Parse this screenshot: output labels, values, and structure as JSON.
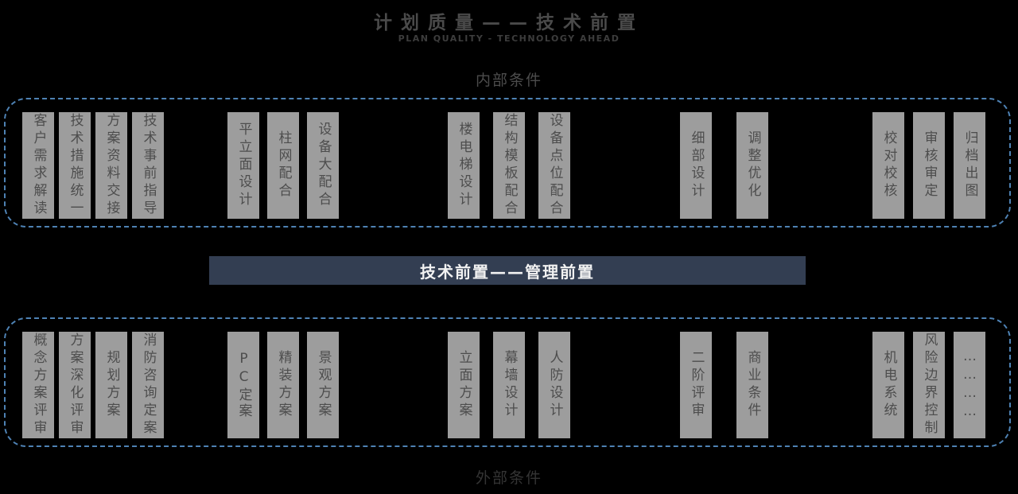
{
  "header": {
    "title": "计划质量——技术前置",
    "subtitle": "PLAN QUALITY - TECHNOLOGY AHEAD"
  },
  "top_section": {
    "label": "内部条件",
    "groups": [
      {
        "boxes": [
          "客户需求解读",
          "技术措施统一",
          "方案资料交接",
          "技术事前指导"
        ]
      },
      {
        "boxes": [
          "平立面设计",
          "柱网配合",
          "设备大配合"
        ]
      },
      {
        "boxes": [
          "楼电梯设计",
          "结构模板配合",
          "设备点位配合"
        ]
      },
      {
        "boxes": [
          "细部设计",
          "调整优化"
        ]
      },
      {
        "boxes": [
          "校对校核",
          "审核审定",
          "归档出图"
        ]
      }
    ]
  },
  "banner": {
    "label": "技术前置——管理前置"
  },
  "bottom_section": {
    "label": "外部条件",
    "groups": [
      {
        "boxes": [
          "概念方案评审",
          "方案深化评审",
          "规划方案",
          "消防咨询定案"
        ]
      },
      {
        "boxes": [
          "PC定案",
          "精装方案",
          "景观方案"
        ]
      },
      {
        "boxes": [
          "立面方案",
          "幕墙设计",
          "人防设计"
        ]
      },
      {
        "boxes": [
          "二阶评审",
          "商业条件"
        ]
      },
      {
        "boxes": [
          "机电系统",
          "风险边界控制",
          "…………"
        ]
      }
    ]
  },
  "colors": {
    "background": "#000000",
    "dashed_border": "#4e82b4",
    "box_fill": "#9d9d9d",
    "box_text": "#4d4d4d",
    "banner_fill": "#333e52",
    "banner_text": "#f2f2f2",
    "title_text": "#4a4a4a",
    "top_label_text": "#4c4c4c",
    "bottom_label_text": "#343434"
  }
}
